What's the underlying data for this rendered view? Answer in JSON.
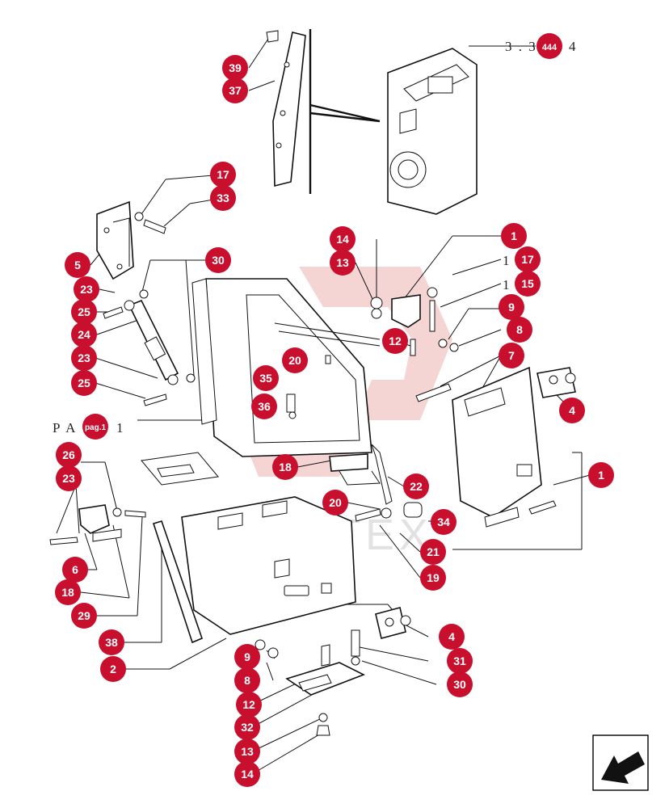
{
  "references": {
    "top_right": "3 . 3",
    "top_right_tail": "4",
    "left_prefix": "P A",
    "left_tail": "1"
  },
  "callouts": [
    {
      "id": "c39",
      "label": "39"
    },
    {
      "id": "c37",
      "label": "37"
    },
    {
      "id": "c444",
      "label": "444"
    },
    {
      "id": "c17a",
      "label": "17"
    },
    {
      "id": "c33",
      "label": "33"
    },
    {
      "id": "c5",
      "label": "5"
    },
    {
      "id": "c30a",
      "label": "30"
    },
    {
      "id": "c23a",
      "label": "23"
    },
    {
      "id": "c25a",
      "label": "25"
    },
    {
      "id": "c24",
      "label": "24"
    },
    {
      "id": "c23b",
      "label": "23"
    },
    {
      "id": "c25b",
      "label": "25"
    },
    {
      "id": "cpag",
      "label": "pag.1"
    },
    {
      "id": "c26",
      "label": "26"
    },
    {
      "id": "c23c",
      "label": "23"
    },
    {
      "id": "c6",
      "label": "6"
    },
    {
      "id": "c18a",
      "label": "18"
    },
    {
      "id": "c29",
      "label": "29"
    },
    {
      "id": "c38",
      "label": "38"
    },
    {
      "id": "c2",
      "label": "2"
    },
    {
      "id": "c14a",
      "label": "14"
    },
    {
      "id": "c13a",
      "label": "13"
    },
    {
      "id": "c12a",
      "label": "12"
    },
    {
      "id": "c20a",
      "label": "20"
    },
    {
      "id": "c35",
      "label": "35"
    },
    {
      "id": "c36",
      "label": "36"
    },
    {
      "id": "c18b",
      "label": "18"
    },
    {
      "id": "c20b",
      "label": "20"
    },
    {
      "id": "c22",
      "label": "22"
    },
    {
      "id": "c34",
      "label": "34"
    },
    {
      "id": "c21",
      "label": "21"
    },
    {
      "id": "c19",
      "label": "19"
    },
    {
      "id": "c1a",
      "label": "1"
    },
    {
      "id": "c17b",
      "label": "17"
    },
    {
      "id": "c15",
      "label": "15"
    },
    {
      "id": "c9a",
      "label": "9"
    },
    {
      "id": "c8a",
      "label": "8"
    },
    {
      "id": "c7",
      "label": "7"
    },
    {
      "id": "c4a",
      "label": "4"
    },
    {
      "id": "c1b",
      "label": "1"
    },
    {
      "id": "c4b",
      "label": "4"
    },
    {
      "id": "c31",
      "label": "31"
    },
    {
      "id": "c30b",
      "label": "30"
    },
    {
      "id": "c9b",
      "label": "9"
    },
    {
      "id": "c8b",
      "label": "8"
    },
    {
      "id": "c12b",
      "label": "12"
    },
    {
      "id": "c32",
      "label": "32"
    },
    {
      "id": "c13b",
      "label": "13"
    },
    {
      "id": "c14b",
      "label": "14"
    }
  ],
  "plain_labels": {
    "l1": "1",
    "l17": "1",
    "l15": "1"
  },
  "watermark": "VIHTEX",
  "nav": {
    "icon": "arrow-down-left-icon"
  },
  "colors": {
    "callout": "#c8102e",
    "line": "#111111"
  }
}
